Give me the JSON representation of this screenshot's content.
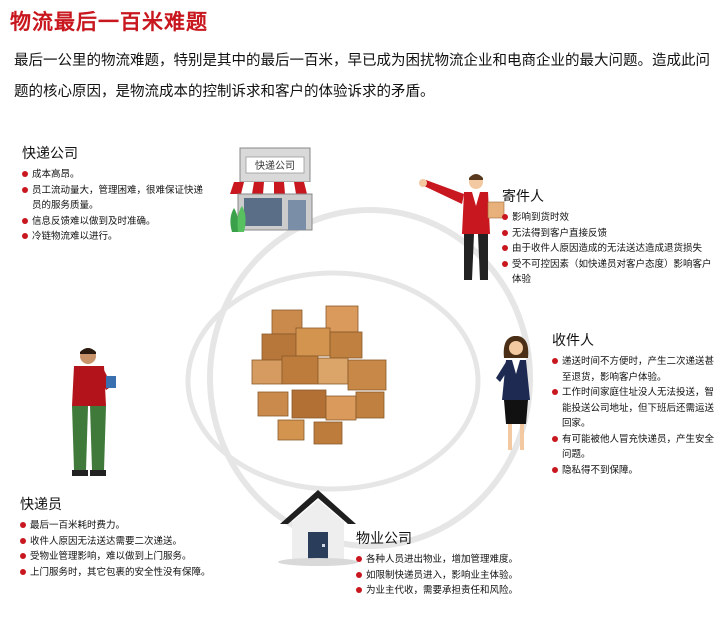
{
  "title": "物流最后一百米难题",
  "intro": "最后一公里的物流难题，特别是其中的最后一百米，早已成为困扰物流企业和电商企业的最大问题。造成此问题的核心原因，是物流成本的控制诉求和客户的体验诉求的矛盾。",
  "colors": {
    "accent": "#c8171e",
    "ring": "#e6e6e6"
  },
  "icons": {
    "shop": "courier-shop-icon",
    "boxes": "parcel-pile-icon",
    "sender": "businessman-icon",
    "receiver": "businesswoman-icon",
    "courier": "deliveryman-icon",
    "property": "house-icon"
  },
  "shop_sign": "快递公司",
  "nodes": {
    "express_company": {
      "title": "快递公司",
      "items": [
        "成本高昂。",
        "员工流动量大，管理困难，很难保证快递员的服务质量。",
        "信息反馈难以做到及时准确。",
        "冷链物流难以进行。"
      ]
    },
    "sender": {
      "title": "寄件人",
      "items": [
        "影响到货时效",
        "无法得到客户直接反馈",
        "由于收件人原因造成的无法送达造成退货损失",
        "受不可控因素（如快递员对客户态度）影响客户体验"
      ]
    },
    "receiver": {
      "title": "收件人",
      "items": [
        "递送时间不方便时，产生二次递送甚至退货，影响客户体验。",
        "工作时间家庭住址没人无法投送，智能投送公司地址，但下班后还需运送回家。",
        "有可能被他人冒充快递员，产生安全问题。",
        "隐私得不到保障。"
      ]
    },
    "courier": {
      "title": "快递员",
      "items": [
        "最后一百米耗时费力。",
        "收件人原因无法送达需要二次递送。",
        "受物业管理影响，难以做到上门服务。",
        "上门服务时，其它包裹的安全性没有保障。"
      ]
    },
    "property": {
      "title": "物业公司",
      "items": [
        "各种人员进出物业，增加管理难度。",
        "如限制快递员进入，影响业主体验。",
        "为业主代收，需要承担责任和风险。"
      ]
    }
  }
}
